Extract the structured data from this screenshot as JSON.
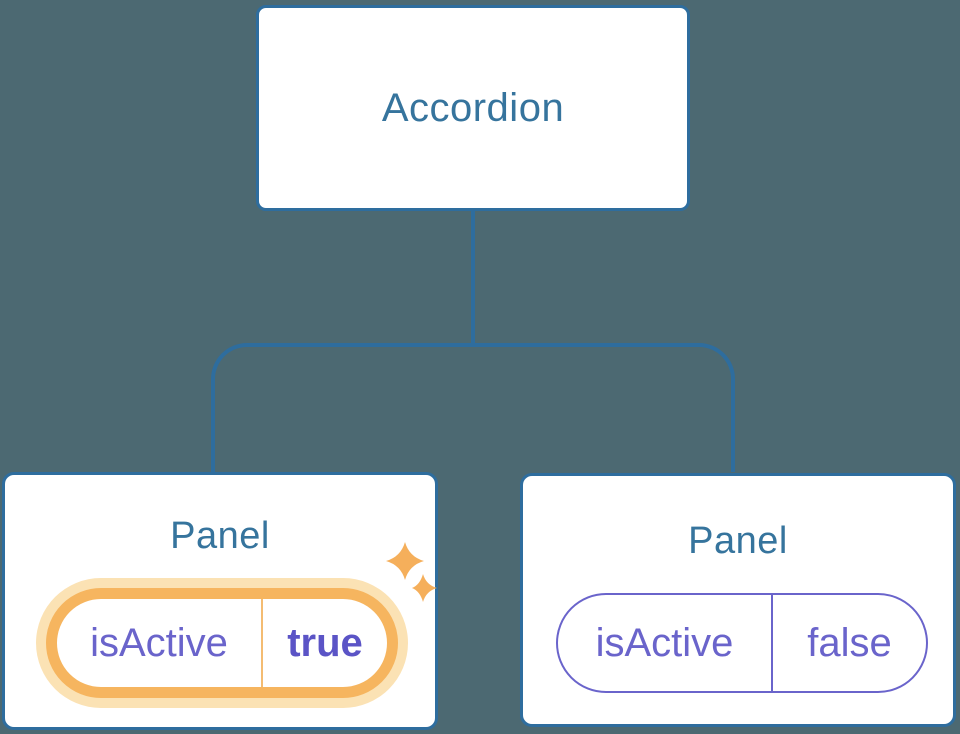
{
  "diagram": {
    "root": {
      "label": "Accordion"
    },
    "panels": [
      {
        "label": "Panel",
        "state_key": "isActive",
        "state_value": "true",
        "highlighted": true
      },
      {
        "label": "Panel",
        "state_key": "isActive",
        "state_value": "false",
        "highlighted": false
      }
    ]
  },
  "icons": {
    "sparkles": "two four-pointed stars marking the active state"
  },
  "colors": {
    "background": "#4C6972",
    "node_border": "#2E6D9E",
    "node_text": "#36749D",
    "state_text": "#6A64CB",
    "state_value_active_text": "#5B54C6",
    "highlight_orange": "#F6B55F",
    "highlight_glow": "#FBE2B4",
    "state_divider_active": "#F4BC72",
    "sparkle": "#F5AF5B",
    "node_fill": "#FFFFFF"
  }
}
